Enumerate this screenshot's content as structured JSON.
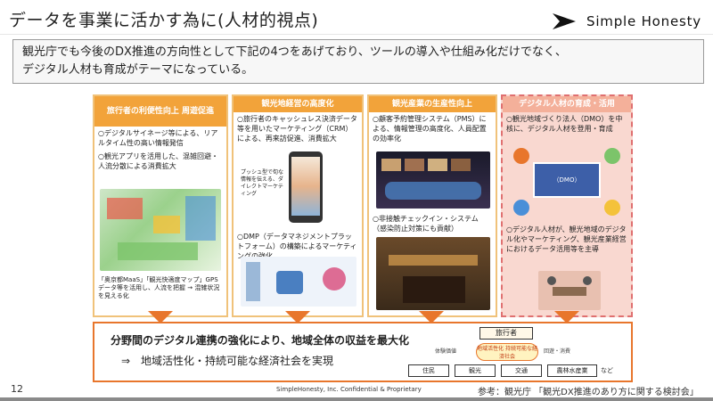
{
  "header": {
    "title": "データを事業に活かす為に(人材的視点)",
    "logo_text": "Simple Honesty"
  },
  "intro": {
    "line1": "観光庁でも今後のDX推進の方向性として下記の4つをあげており、ツールの導入や仕組み化だけでなく、",
    "line2": "デジタル人材も育成がテーマになっている。"
  },
  "panels": [
    {
      "heading": "旅行者の利便性向上 周遊促進",
      "text1": "○デジタルサイネージ等による、リアルタイム性の高い情報発信",
      "text2": "○観光アプリを活用した、混雑回避・人流分散による消費拡大",
      "text3": "「奥京都MaaS」「観光快適度マップ」GPSデータ等を活用し、人流を把握 → 混雑状況を見える化"
    },
    {
      "heading": "観光地経営の高度化",
      "text1": "○旅行者のキャッシュレス決済データ等を用いたマーケティング（CRM）による、再来訪促進、消費拡大",
      "callout": "プッシュ型で旬な情報を伝える、ダイレクトマーケティング",
      "text2": "○DMP（データマネジメントプラットフォーム）の構築によるマーケティングの強化"
    },
    {
      "heading": "観光産業の生産性向上",
      "text1": "○顧客予約管理システム（PMS）による、情報管理の高度化、人員配置の効率化",
      "text2": "○非接触チェックイン・システム（感染防止対策にも貢献）"
    },
    {
      "heading": "デジタル人材の育成・活用",
      "text1": "○観光地域づくり法人（DMO）を中核に、デジタル人材を登用・育成",
      "text2": "○デジタル人材が、観光地域のデジタル化やマーケティング、観光産業経営におけるデータ活用等を主導",
      "dmo_label": "（DMO）"
    }
  ],
  "bottom": {
    "main": "分野間のデジタル連携の強化により、地域全体の収益を最大化",
    "sub": "⇒　地域活性化・持続可能な経済社会を実現",
    "flow": {
      "traveler": "旅行者",
      "center": "地域活性化 持続可能な経済社会",
      "left_label": "体験価値",
      "right_label": "回遊・消費",
      "boxes": [
        "住民",
        "観光",
        "交通",
        "農林水産業"
      ],
      "etc": "など"
    }
  },
  "footer": {
    "page": "12",
    "copyright": "SimpleHonesty, Inc. Confidential & Proprietary",
    "reference": "参考：観光庁 「観光DX推進のあり方に関する検討会」"
  },
  "colors": {
    "accent_orange": "#e8762c",
    "panel_header": "#f2a33a",
    "highlight_red": "#c23b14",
    "highlight_blue": "#1a5aa6",
    "panel4_bg": "#f9d8d0"
  }
}
